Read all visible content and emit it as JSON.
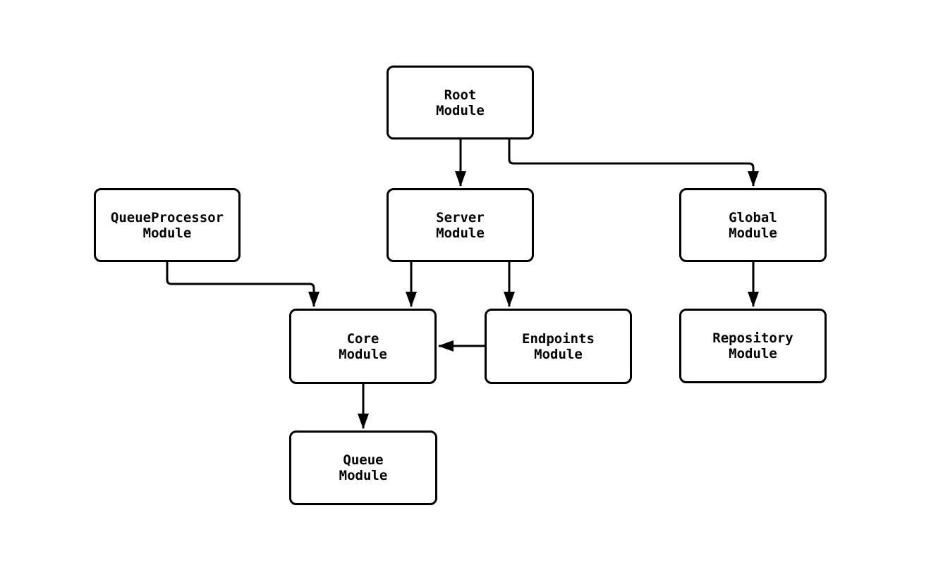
{
  "diagram": {
    "type": "flowchart",
    "background_color": "#ffffff",
    "node_fill_color": "#ffffff",
    "stroke_color": "#000000",
    "nodes": {
      "root": {
        "line1": "Root",
        "line2": "Module"
      },
      "server": {
        "line1": "Server",
        "line2": "Module"
      },
      "global": {
        "line1": "Global",
        "line2": "Module"
      },
      "queue_processor": {
        "line1": "QueueProcessor",
        "line2": "Module"
      },
      "core": {
        "line1": "Core",
        "line2": "Module"
      },
      "endpoints": {
        "line1": "Endpoints",
        "line2": "Module"
      },
      "repository": {
        "line1": "Repository",
        "line2": "Module"
      },
      "queue": {
        "line1": "Queue",
        "line2": "Module"
      }
    },
    "edges": [
      {
        "from": "Root Module",
        "to": "Server Module"
      },
      {
        "from": "Root Module",
        "to": "Global Module"
      },
      {
        "from": "QueueProcessor Module",
        "to": "Core Module"
      },
      {
        "from": "Server Module",
        "to": "Core Module"
      },
      {
        "from": "Server Module",
        "to": "Endpoints Module"
      },
      {
        "from": "Endpoints Module",
        "to": "Core Module"
      },
      {
        "from": "Core Module",
        "to": "Queue Module"
      },
      {
        "from": "Global Module",
        "to": "Repository Module"
      }
    ]
  }
}
